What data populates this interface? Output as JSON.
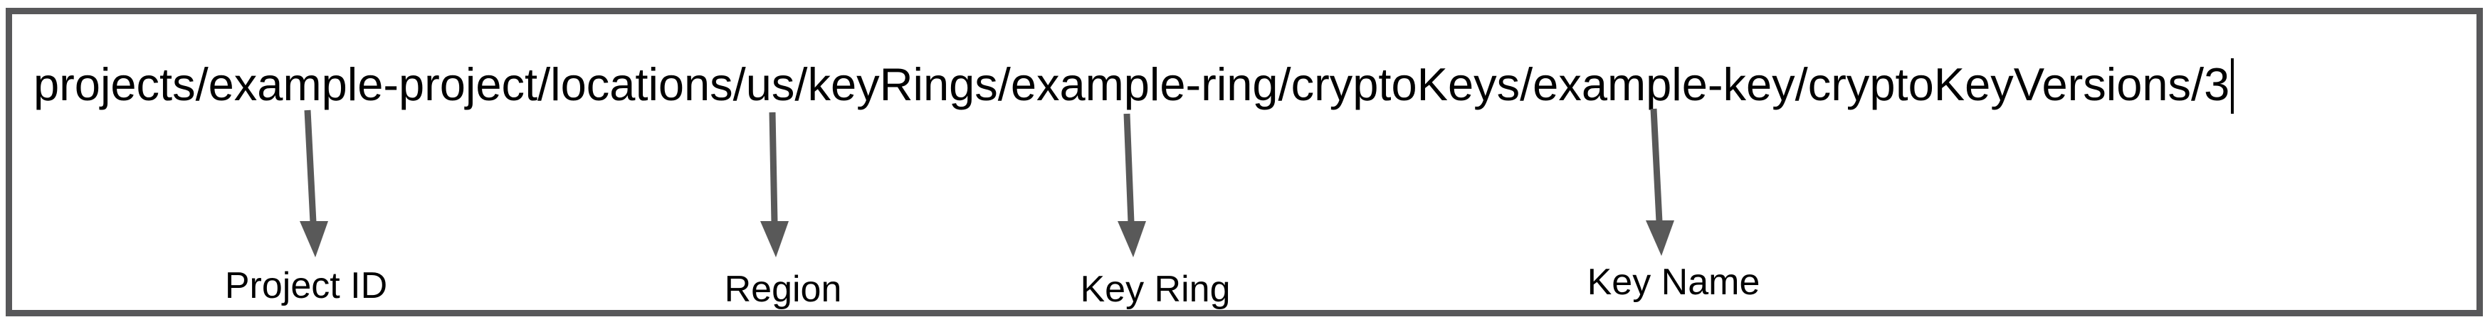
{
  "diagram": {
    "field": {
      "value": "projects/example-project/locations/us/keyRings/example-ring/cryptoKeys/example-key/cryptoKeyVersions/3",
      "cursor_visible": true
    },
    "annotations": [
      {
        "label": "Project ID",
        "target_segment": "example-project"
      },
      {
        "label": "Region",
        "target_segment": "us"
      },
      {
        "label": "Key Ring",
        "target_segment": "example-ring"
      },
      {
        "label": "Key Name",
        "target_segment": "example-key"
      }
    ],
    "colors": {
      "background": "#ffffff",
      "border": "#58585a",
      "arrow": "#595959",
      "text": "#000000"
    }
  }
}
